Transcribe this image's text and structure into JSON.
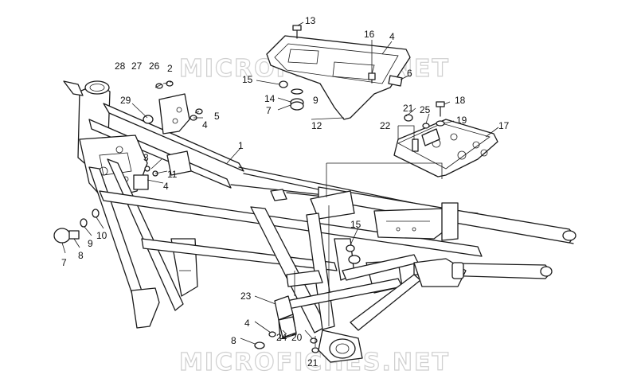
{
  "watermark": "MICROFICHES.NET",
  "callouts": {
    "c1": "1",
    "c2": "2",
    "c3": "3",
    "c4a": "4",
    "c4b": "4",
    "c4c": "4",
    "c4d": "4",
    "c5": "5",
    "c6": "6",
    "c7a": "7",
    "c7b": "7",
    "c8a": "8",
    "c8b": "8",
    "c9a": "9",
    "c9b": "9",
    "c10": "10",
    "c11": "11",
    "c12": "12",
    "c13": "13",
    "c14": "14",
    "c15a": "15",
    "c15b": "15",
    "c16": "16",
    "c17": "17",
    "c18": "18",
    "c19": "19",
    "c20": "20",
    "c21a": "21",
    "c21b": "21",
    "c22": "22",
    "c23": "23",
    "c24": "24",
    "c25": "25",
    "c26": "26",
    "c27": "27",
    "c28": "28",
    "c29": "29"
  },
  "colors": {
    "ink": "#1a1a1a",
    "watermark": "#cfcfcf",
    "background": "#ffffff"
  }
}
